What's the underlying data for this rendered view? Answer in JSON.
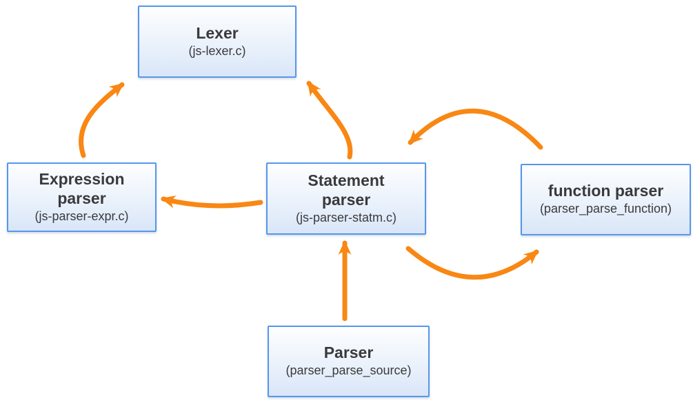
{
  "diagram": {
    "description": "Parser module call-flow diagram",
    "colors": {
      "arrow": "#F98713",
      "node_border": "#5596EC",
      "node_fill_top": "#FDFEFF",
      "node_fill_bottom": "#D9E6F8",
      "text": "#3A3A3C",
      "background": "#FFFFFF"
    },
    "nodes": {
      "lexer": {
        "title": "Lexer",
        "subtitle": "(js-lexer.c)"
      },
      "expression_parser": {
        "title": "Expression parser",
        "subtitle": "(js-parser-expr.c)"
      },
      "statement_parser": {
        "title": "Statement parser",
        "subtitle": "(js-parser-statm.c)"
      },
      "function_parser": {
        "title": "function parser",
        "subtitle": "(parser_parse_function)"
      },
      "parser": {
        "title": "Parser",
        "subtitle": "(parser_parse_source)"
      }
    },
    "edges": [
      {
        "from": "expression_parser",
        "to": "lexer",
        "style": "curved"
      },
      {
        "from": "statement_parser",
        "to": "lexer",
        "style": "curved"
      },
      {
        "from": "statement_parser",
        "to": "expression_parser",
        "style": "curved"
      },
      {
        "from": "function_parser",
        "to": "statement_parser",
        "style": "arc-over"
      },
      {
        "from": "statement_parser",
        "to": "function_parser",
        "style": "arc-under"
      },
      {
        "from": "parser",
        "to": "statement_parser",
        "style": "straight"
      }
    ]
  }
}
